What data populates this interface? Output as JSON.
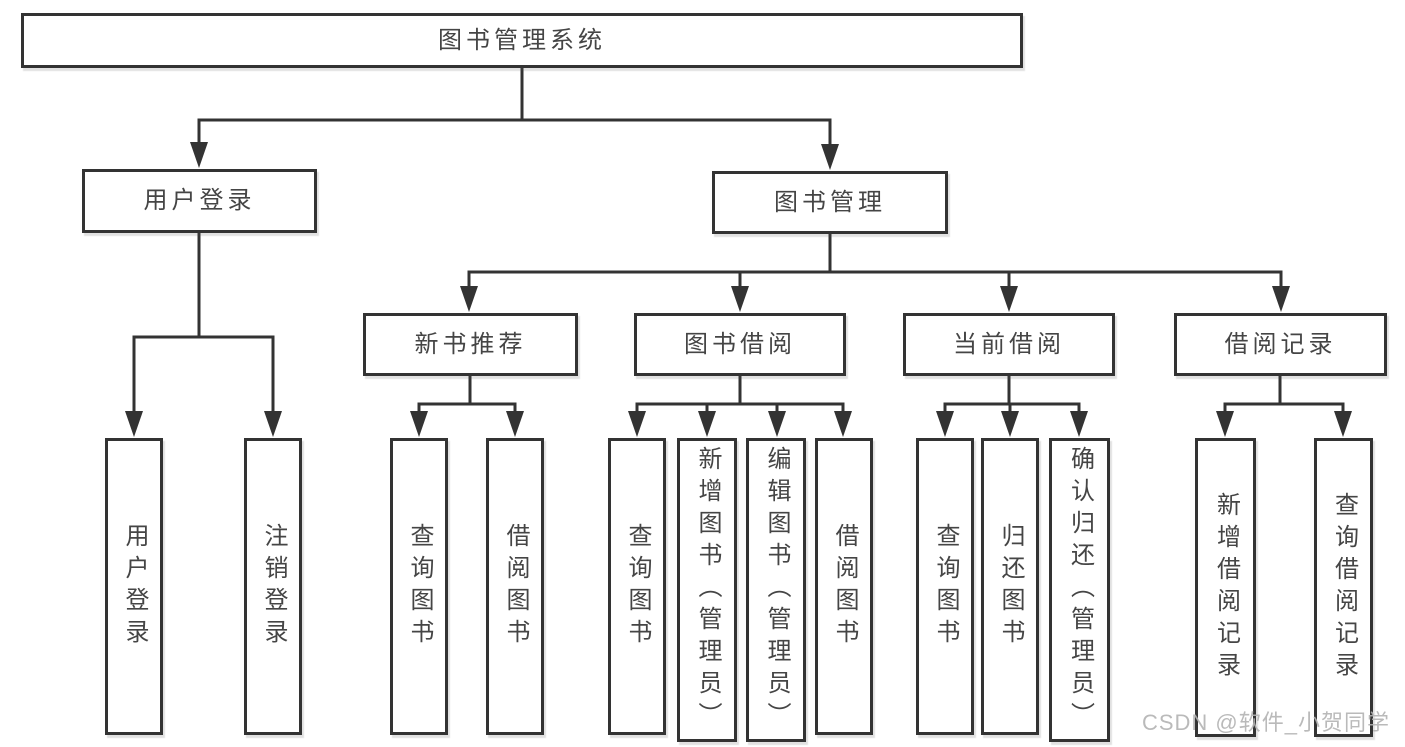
{
  "diagram_title": "图书管理系统",
  "nodes": {
    "root": "图书管理系统",
    "level1": [
      "用户登录",
      "图书管理"
    ],
    "level2": [
      "新书推荐",
      "图书借阅",
      "当前借阅",
      "借阅记录"
    ],
    "leaves": {
      "user_login": [
        "用户登录",
        "注销登录"
      ],
      "new_book": [
        "查询图书",
        "借阅图书"
      ],
      "book_borrow": [
        "查询图书",
        "新增图书（管理员）",
        "编辑图书（管理员）",
        "借阅图书"
      ],
      "current_borrow": [
        "查询图书",
        "归还图书",
        "确认归还（管理员）"
      ],
      "borrow_records": [
        "新增借阅记录",
        "查询借阅记录"
      ]
    }
  },
  "hierarchy": {
    "图书管理系统": {
      "用户登录": [
        "用户登录",
        "注销登录"
      ],
      "图书管理": {
        "新书推荐": [
          "查询图书",
          "借阅图书"
        ],
        "图书借阅": [
          "查询图书",
          "新增图书（管理员）",
          "编辑图书（管理员）",
          "借阅图书"
        ],
        "当前借阅": [
          "查询图书",
          "归还图书",
          "确认归还（管理员）"
        ],
        "借阅记录": [
          "新增借阅记录",
          "查询借阅记录"
        ]
      }
    }
  },
  "watermark": "CSDN @软件_小贺同学",
  "colors": {
    "line": "#333333",
    "text": "#454545",
    "watermark": "#b3b3b3",
    "background": "#ffffff"
  }
}
